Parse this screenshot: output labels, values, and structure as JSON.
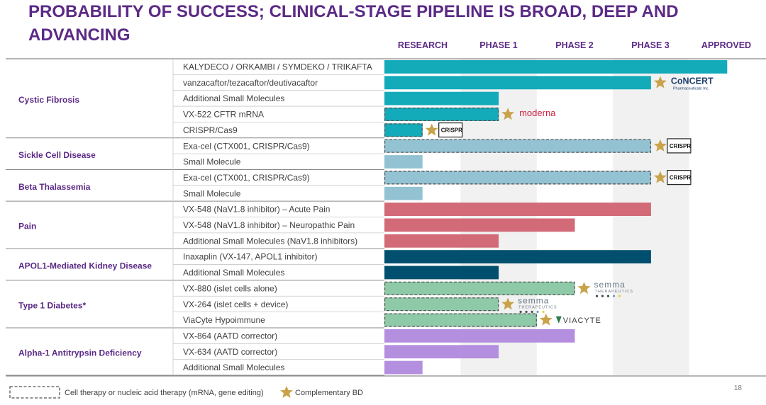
{
  "page": {
    "title": "PROBABILITY OF SUCCESS; CLINICAL-STAGE PIPELINE IS BROAD, DEEP AND ADVANCING",
    "page_number": "18"
  },
  "legend": {
    "dashed_label": "Cell therapy or nucleic acid therapy (mRNA, gene editing)",
    "star_label": "Complementary BD"
  },
  "colors": {
    "title": "#5b2a86",
    "phase_header": "#5b2a86",
    "star": "#c9a24a",
    "cystic_fibrosis": "#13aab9",
    "sickle_beta": "#93c2d2",
    "pain": "#d26a78",
    "apol1": "#004f6e",
    "type1": "#8fcaa8",
    "alpha1": "#b58fdf"
  },
  "chart_data": {
    "type": "bar",
    "orientation": "horizontal",
    "title": "PROBABILITY OF SUCCESS; CLINICAL-STAGE PIPELINE IS BROAD, DEEP AND ADVANCING",
    "stages": [
      "RESEARCH",
      "PHASE 1",
      "PHASE 2",
      "PHASE 3",
      "APPROVED"
    ],
    "value_scale": "stage (0 = start of RESEARCH, 5 = end of APPROVED)",
    "xlim": [
      0,
      5
    ],
    "groups": [
      {
        "name": "Cystic Fibrosis",
        "color": "#13aab9",
        "programs": [
          {
            "name": "KALYDECO / ORKAMBI / SYMDEKO / TRIKAFTA",
            "stage": 4.5,
            "dashed": false,
            "partner": ""
          },
          {
            "name": "vanzacaftor/tezacaftor/deutivacaftor",
            "stage": 3.5,
            "dashed": false,
            "partner": "CoNCERT Pharmaceuticals Inc."
          },
          {
            "name": "Additional Small Molecules",
            "stage": 1.5,
            "dashed": false,
            "partner": ""
          },
          {
            "name": "VX-522 CFTR mRNA",
            "stage": 1.5,
            "dashed": true,
            "partner": "moderna"
          },
          {
            "name": "CRISPR/Cas9",
            "stage": 0.5,
            "dashed": true,
            "partner": "CRISPR"
          }
        ]
      },
      {
        "name": "Sickle Cell Disease",
        "color": "#93c2d2",
        "programs": [
          {
            "name": "Exa-cel (CTX001, CRISPR/Cas9)",
            "stage": 3.5,
            "dashed": true,
            "partner": "CRISPR"
          },
          {
            "name": "Small Molecule",
            "stage": 0.5,
            "dashed": false,
            "partner": ""
          }
        ]
      },
      {
        "name": "Beta Thalassemia",
        "color": "#93c2d2",
        "programs": [
          {
            "name": "Exa-cel (CTX001, CRISPR/Cas9)",
            "stage": 3.5,
            "dashed": true,
            "partner": "CRISPR"
          },
          {
            "name": "Small Molecule",
            "stage": 0.5,
            "dashed": false,
            "partner": ""
          }
        ]
      },
      {
        "name": "Pain",
        "color": "#d26a78",
        "programs": [
          {
            "name": "VX-548 (NaV1.8 inhibitor) – Acute Pain",
            "stage": 3.5,
            "dashed": false,
            "partner": ""
          },
          {
            "name": "VX-548 (NaV1.8 inhibitor) – Neuropathic Pain",
            "stage": 2.5,
            "dashed": false,
            "partner": ""
          },
          {
            "name": "Additional Small Molecules (NaV1.8 inhibitors)",
            "stage": 1.5,
            "dashed": false,
            "partner": ""
          }
        ]
      },
      {
        "name": "APOL1-Mediated Kidney Disease",
        "color": "#004f6e",
        "programs": [
          {
            "name": "Inaxaplin (VX-147, APOL1 inhibitor)",
            "stage": 3.5,
            "dashed": false,
            "partner": ""
          },
          {
            "name": "Additional Small Molecules",
            "stage": 1.5,
            "dashed": false,
            "partner": ""
          }
        ]
      },
      {
        "name": "Type 1 Diabetes*",
        "color": "#8fcaa8",
        "programs": [
          {
            "name": "VX-880 (islet cells alone)",
            "stage": 2.5,
            "dashed": true,
            "partner": "semma THERAPEUTICS"
          },
          {
            "name": "VX-264 (islet cells + device)",
            "stage": 1.5,
            "dashed": true,
            "partner": "semma THERAPEUTICS"
          },
          {
            "name": "ViaCyte Hypoimmune",
            "stage": 2.0,
            "dashed": true,
            "partner": "VIACYTE"
          }
        ]
      },
      {
        "name": "Alpha-1 Antitrypsin Deficiency",
        "color": "#b58fdf",
        "programs": [
          {
            "name": "VX-864 (AATD corrector)",
            "stage": 2.5,
            "dashed": false,
            "partner": ""
          },
          {
            "name": "VX-634 (AATD corrector)",
            "stage": 1.5,
            "dashed": false,
            "partner": ""
          },
          {
            "name": "Additional Small Molecules",
            "stage": 0.5,
            "dashed": false,
            "partner": ""
          }
        ]
      }
    ]
  }
}
